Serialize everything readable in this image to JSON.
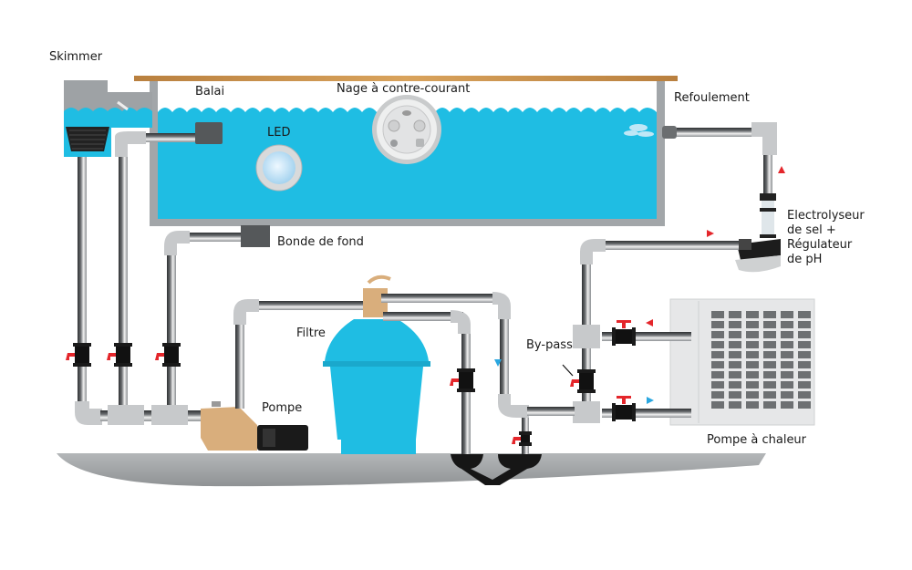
{
  "diagram": {
    "title": "Schéma d'installation de filtration de piscine",
    "labels": {
      "skimmer": "Skimmer",
      "balai": "Balai",
      "nage": "Nage à contre-courant",
      "refoulement": "Refoulement",
      "led": "LED",
      "bonde": "Bonde de fond",
      "electrolyseur": [
        "Electrolyseur",
        "de sel +",
        "Régulateur",
        "de pH"
      ],
      "filtre": "Filtre",
      "pompe": "Pompe",
      "bypass": "By-pass",
      "pac": "Pompe à chaleur"
    },
    "colors": {
      "water": "#1fbde3",
      "pool_wall": "#9ea3a6",
      "deck": "#c8914a",
      "pipe_dark": "#5a5d60",
      "fitting": "#c7c9cb",
      "valve_body": "#1a1a1a",
      "valve_handle": "#e4262b",
      "arrow_red": "#e4262b",
      "arrow_blue": "#2aa7e0",
      "pump": "#d9ae7c",
      "filter": "#1fbde3",
      "ground": "#a8abad"
    },
    "components": [
      {
        "id": "skimmer",
        "label": "Skimmer"
      },
      {
        "id": "balai",
        "label": "Balai"
      },
      {
        "id": "nage",
        "label": "Nage à contre-courant"
      },
      {
        "id": "led",
        "label": "LED"
      },
      {
        "id": "bonde",
        "label": "Bonde de fond"
      },
      {
        "id": "refoulement",
        "label": "Refoulement"
      },
      {
        "id": "electrolyseur",
        "label": "Electrolyseur de sel + Régulateur de pH"
      },
      {
        "id": "pompe",
        "label": "Pompe"
      },
      {
        "id": "filtre",
        "label": "Filtre"
      },
      {
        "id": "bypass",
        "label": "By-pass"
      },
      {
        "id": "pac",
        "label": "Pompe à chaleur"
      }
    ]
  }
}
